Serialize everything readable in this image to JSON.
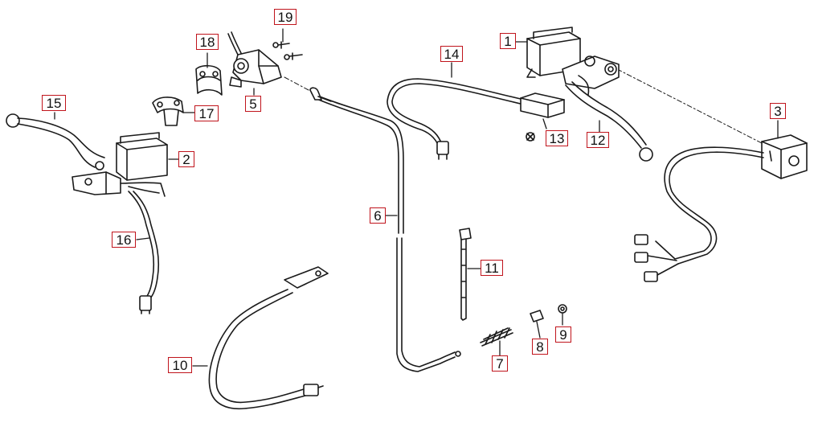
{
  "labels": {
    "p1": "1",
    "p2": "2",
    "p3": "3",
    "p5": "5",
    "p6": "6",
    "p7": "7",
    "p8": "8",
    "p9": "9",
    "p10": "10",
    "p11": "11",
    "p12": "12",
    "p13": "13",
    "p14": "14",
    "p15": "15",
    "p16": "16",
    "p17": "17",
    "p18": "18",
    "p19": "19"
  },
  "colors": {
    "label_border": "#c0141c",
    "line": "#1a1a1a",
    "background": "#ffffff"
  }
}
